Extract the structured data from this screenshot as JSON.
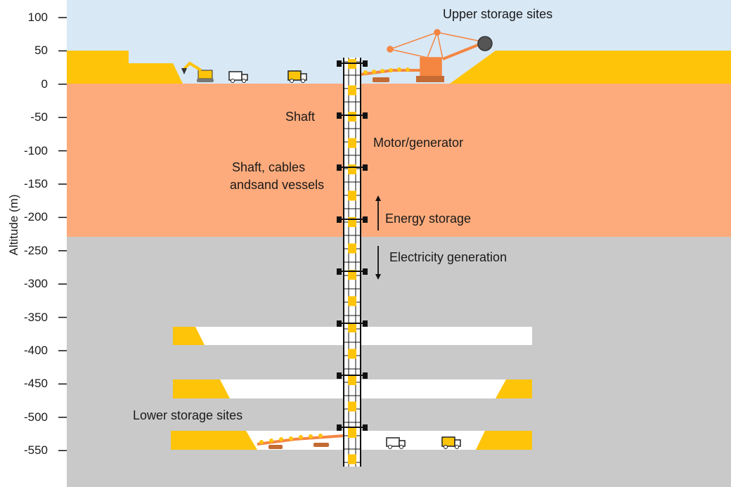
{
  "axis": {
    "label": "Altitude (m)",
    "ticks": [
      "100",
      "50",
      "0",
      "-50",
      "-100",
      "-150",
      "-200",
      "-250",
      "-300",
      "-350",
      "-400",
      "-450",
      "-500",
      "-550"
    ]
  },
  "labels": {
    "upper_storage": "Upper storage sites",
    "shaft": "Shaft",
    "motor_generator": "Motor/generator",
    "shaft_cables_line1": "Shaft, cables",
    "shaft_cables_line2": "andsand vessels",
    "energy_storage": "Energy storage",
    "electricity_generation": "Electricity generation",
    "lower_storage": "Lower storage sites"
  },
  "colors": {
    "sky": "#d8e8f5",
    "upper_layer": "#fdab7c",
    "lower_layer": "#c9c9c9",
    "sand": "#fec40a",
    "excavator": "#f48642",
    "tunnel": "#ffffff"
  },
  "icons": [
    "truck-icon",
    "excavator-icon",
    "bucket-wheel-excavator-icon",
    "conveyor-icon",
    "arrow-up-icon",
    "arrow-down-icon"
  ]
}
